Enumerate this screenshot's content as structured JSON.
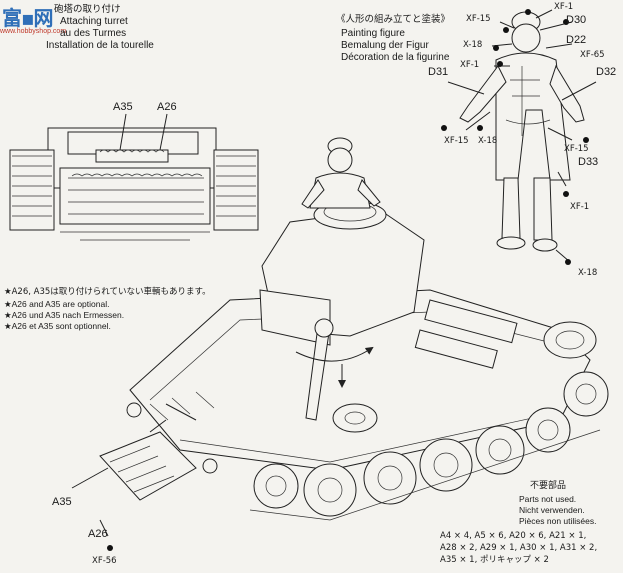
{
  "logo": {
    "main": "富▪网",
    "sub": "www.hobbyshop.com"
  },
  "turret_section": {
    "title_jp": "砲塔の取り付け",
    "title_en": "Attaching turret",
    "title_fr_partial": "au des Turmes",
    "title_fr": "Installation de la tourelle"
  },
  "figure_section": {
    "title_jp": "《人形の組み立てと塗装》",
    "title_en": "Painting figure",
    "title_de": "Bemalung der Figur",
    "title_fr": "Décoration de la figurine"
  },
  "callouts": {
    "xf1_top": "XF-1",
    "xf15_top": "XF-15",
    "d30": "D30",
    "d22": "D22",
    "x18_a": "X-18",
    "xf65": "XF-65",
    "xf1_mid": "XF-1",
    "d31": "D31",
    "d32": "D32",
    "xf15_left": "XF-15",
    "x18_b": "X-18",
    "xf15_right": "XF-15",
    "d33": "D33",
    "xf1_low": "XF-1",
    "x18_c": "X-18",
    "a35_top": "A35",
    "a26_top": "A26",
    "a35_bottom": "A35",
    "a26_bottom": "A26",
    "xf56": "XF-56"
  },
  "optional_note": {
    "jp": "★A26, A35は取り付けられていない車輌もあります。",
    "en": "★A26 and A35 are optional.",
    "de": "★A26 und A35 nach Ermessen.",
    "fr": "★A26 et A35 sont optionnel."
  },
  "unused_parts": {
    "title_jp": "不要部品",
    "en": "Parts not used.",
    "de": "Nicht verwenden.",
    "fr": "Pièces non utilisées.",
    "line1": "A4 × 4, A5 × 6, A20 × 6, A21 × 1,",
    "line2": "A28 × 2, A29 × 1, A30 × 1, A31 × 2,",
    "line3": "A35 × 1, ポリキャップ × 2"
  }
}
